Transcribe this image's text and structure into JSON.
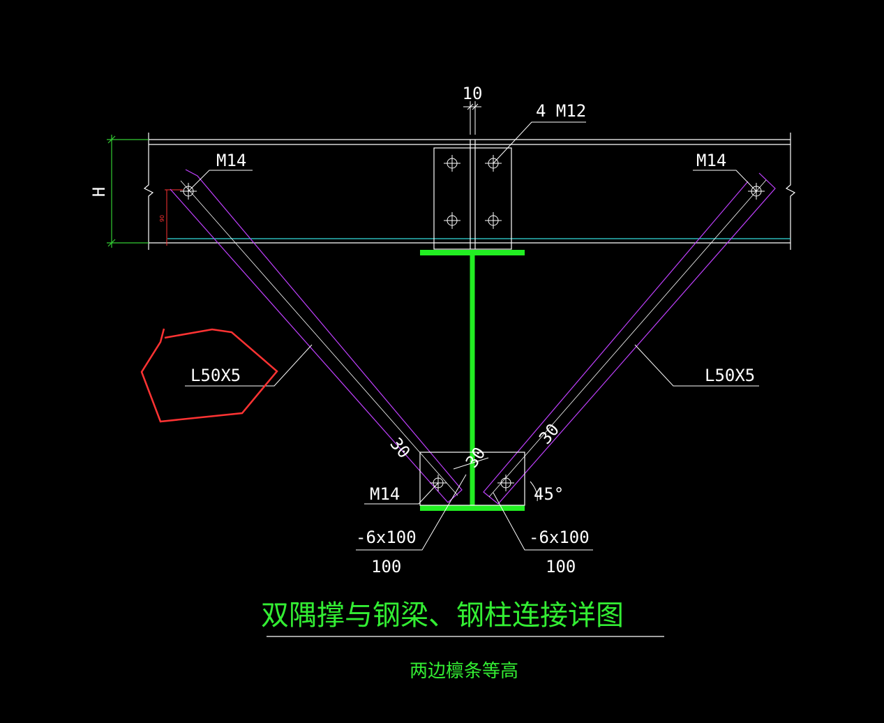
{
  "drawing": {
    "title": "双隅撑与钢梁、钢柱连接详图",
    "subtitle": "两边檩条等高"
  },
  "labels": {
    "dim_top": "10",
    "bolts_top": "4 M12",
    "bolt_left": "M14",
    "bolt_right": "M14",
    "height": "H",
    "small_dim": "90",
    "brace_left": "L50X5",
    "brace_right": "L50X5",
    "edge_left": "30",
    "edge_right": "30",
    "edge_center": "30",
    "bolt_bottom": "M14",
    "angle": "45°",
    "plate_left_spec": "-6x100",
    "plate_left_len": "100",
    "plate_right_spec": "-6x100",
    "plate_right_len": "100"
  },
  "colors": {
    "background": "#000000",
    "line_white": "#ffffff",
    "brace_magenta": "#c040ff",
    "column_green": "#22ee22",
    "dim_green": "#33cc33",
    "cyan": "#33dddd",
    "red": "#ff3333"
  }
}
